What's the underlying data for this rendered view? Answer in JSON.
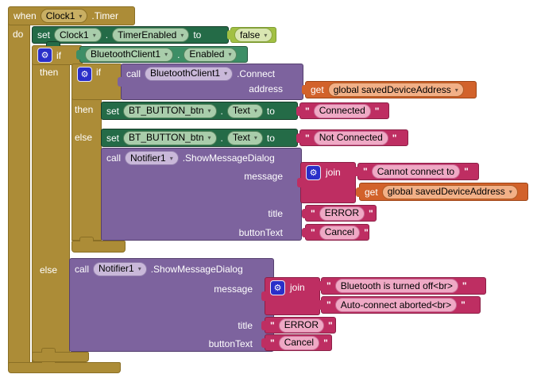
{
  "keywords": {
    "when": "when",
    "do": "do",
    "set": "set",
    "to": "to",
    "call": "call",
    "if": "if",
    "then": "then",
    "else": "else",
    "get": "get",
    "join": "join",
    "dot": "."
  },
  "colors": {
    "control_gold": "#AC8C37",
    "setter_green": "#246B47",
    "getter_green": "#3D8E66",
    "logic_green": "#A2C043",
    "method_purple": "#7D639E",
    "text_magenta": "#BE2E62",
    "variable_orange": "#D2622B",
    "mutator_blue": "#2A2FC9"
  },
  "when_event": {
    "component": "Clock1",
    "event": ".Timer"
  },
  "set_timer_enabled": {
    "component": "Clock1",
    "property": "TimerEnabled",
    "value": "false"
  },
  "bt_enabled_condition": {
    "component": "BluetoothClient1",
    "property": "Enabled"
  },
  "connect_call": {
    "component": "BluetoothClient1",
    "method": ".Connect",
    "param_address": "address"
  },
  "get_saved_address": {
    "variable": "global savedDeviceAddress"
  },
  "set_button_connected": {
    "component": "BT_BUTTON_btn",
    "property": "Text",
    "value": "Connected"
  },
  "set_button_not_connected": {
    "component": "BT_BUTTON_btn",
    "property": "Text",
    "value": "Not Connected"
  },
  "notifier_dialog_1": {
    "component": "Notifier1",
    "method": ".ShowMessageDialog",
    "param_message": "message",
    "param_title": "title",
    "param_buttontext": "buttonText",
    "join_string_1": "Cannot connect to",
    "title_value": "ERROR",
    "button_value": "Cancel"
  },
  "notifier_dialog_2": {
    "component": "Notifier1",
    "method": ".ShowMessageDialog",
    "param_message": "message",
    "param_title": "title",
    "param_buttontext": "buttonText",
    "join_string_1": "Bluetooth is turned off<br>",
    "join_string_2": "Auto-connect aborted<br>",
    "title_value": "ERROR",
    "button_value": "Cancel"
  }
}
